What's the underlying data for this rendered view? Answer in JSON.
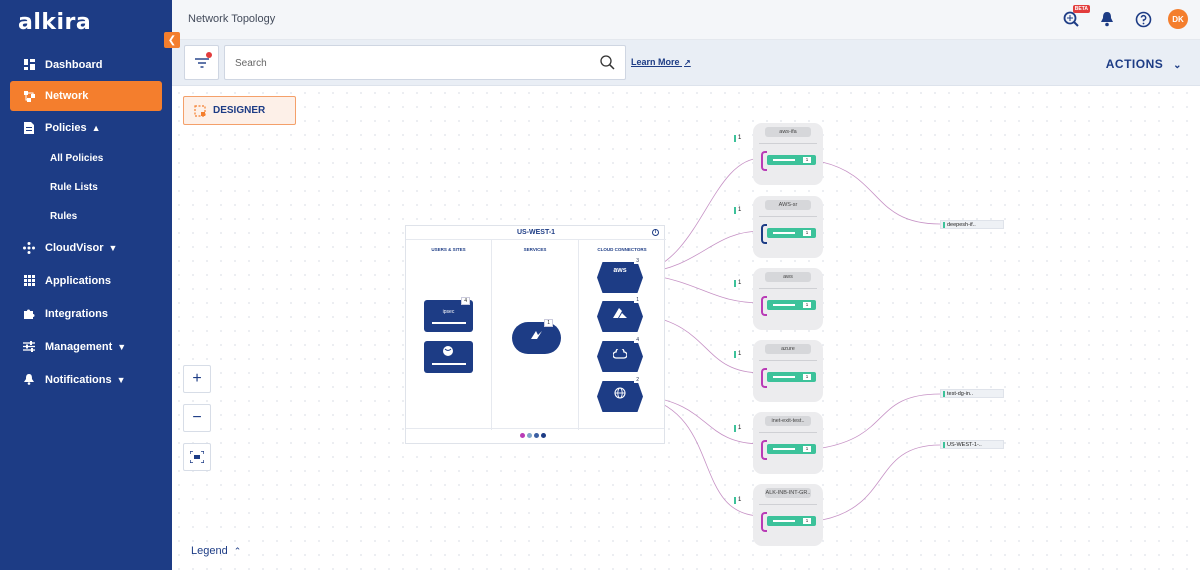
{
  "app": {
    "logo": "alkira",
    "page_title": "Network Topology"
  },
  "sidebar": {
    "items": [
      {
        "label": "Dashboard",
        "icon": "dashboard-icon"
      },
      {
        "label": "Network",
        "icon": "network-icon",
        "active": true
      },
      {
        "label": "Policies",
        "icon": "policies-icon",
        "expanded": true
      },
      {
        "label": "All Policies",
        "sub": true
      },
      {
        "label": "Rule Lists",
        "sub": true
      },
      {
        "label": "Rules",
        "sub": true
      },
      {
        "label": "CloudVisor",
        "icon": "cloudvisor-icon"
      },
      {
        "label": "Applications",
        "icon": "applications-icon"
      },
      {
        "label": "Integrations",
        "icon": "integrations-icon"
      },
      {
        "label": "Management",
        "icon": "management-icon"
      },
      {
        "label": "Notifications",
        "icon": "notifications-icon"
      }
    ]
  },
  "header": {
    "beta_label": "BETA",
    "avatar_initials": "DK"
  },
  "toolbar": {
    "search_placeholder": "Search",
    "learn_more": "Learn More",
    "actions_label": "ACTIONS"
  },
  "canvas": {
    "designer_label": "DESIGNER",
    "legend_label": "Legend",
    "region": {
      "title": "US-WEST-1",
      "columns": [
        "USERS & SITES",
        "SERVICES",
        "CLOUD CONNECTORS"
      ],
      "sites": [
        {
          "label": "ipsec",
          "count": "4"
        },
        {
          "label": "",
          "count": ""
        }
      ],
      "service_count": "1",
      "connectors": [
        {
          "label": "aws",
          "count": "3"
        },
        {
          "label": "azure",
          "count": "1"
        },
        {
          "label": "cloud",
          "count": "4"
        },
        {
          "label": "internet",
          "count": "2"
        }
      ]
    },
    "nodes": [
      {
        "name": "aws-ifa",
        "count": "1"
      },
      {
        "name": "AWS-sr",
        "count": "1"
      },
      {
        "name": "aws",
        "count": "1"
      },
      {
        "name": "azure",
        "count": "1"
      },
      {
        "name": "inet-exit-test..",
        "count": "1"
      },
      {
        "name": "ALK-INB-INT-GR..",
        "count": "1"
      }
    ],
    "tags": [
      {
        "label": "deepesh-if.."
      },
      {
        "label": "test-dg-in.."
      },
      {
        "label": "US-WEST-1-.."
      }
    ]
  },
  "colors": {
    "sidebar": "#1d3c85",
    "accent": "#f47e2d",
    "connector_green": "#3cc29a",
    "bracket_purple": "#b93bb6",
    "link_purple": "#b877b7"
  }
}
